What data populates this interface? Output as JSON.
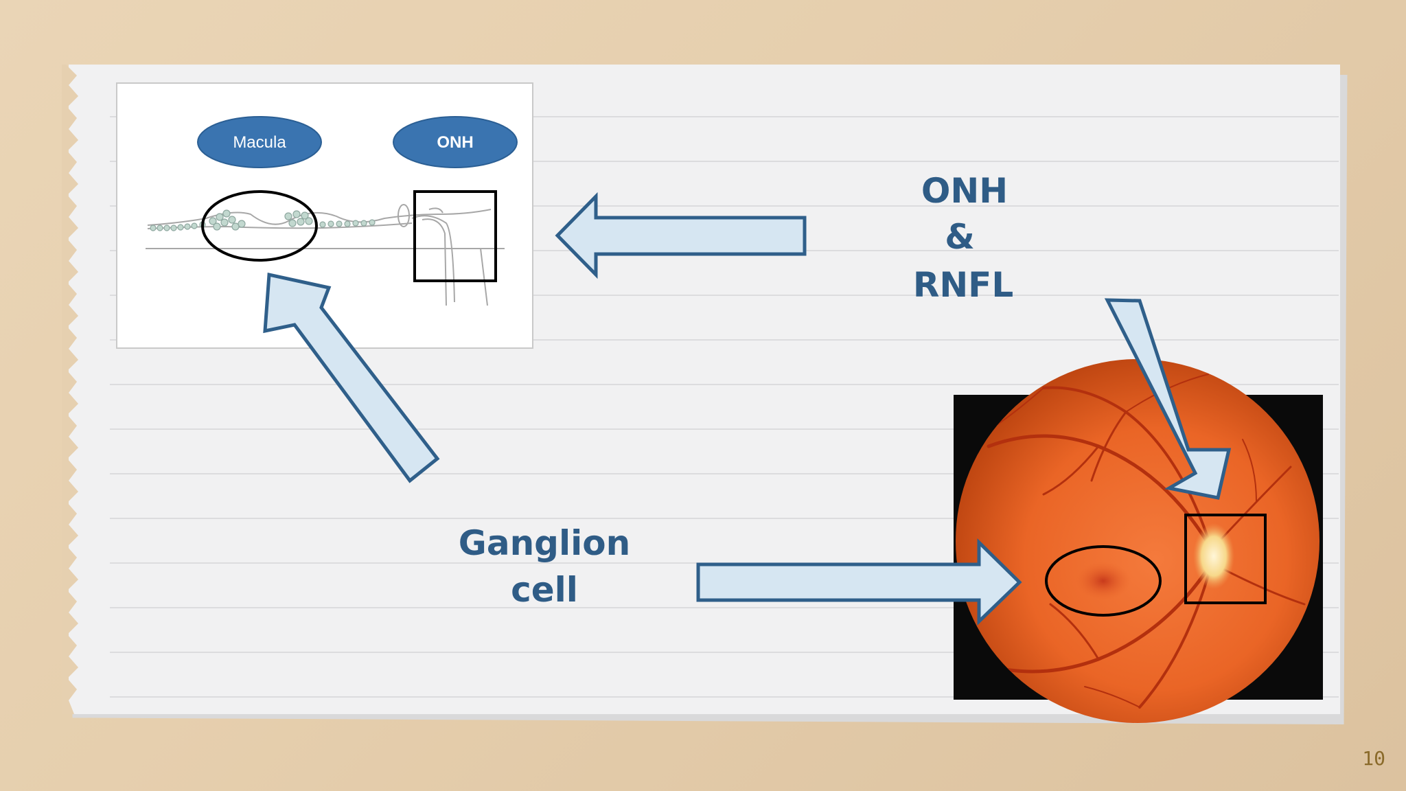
{
  "diagram": {
    "macula_label": "Macula",
    "onh_label": "ONH"
  },
  "labels": {
    "onh_line1": "ONH",
    "onh_line2": "&",
    "onh_line3": "RNFL",
    "ganglion_line1": "Ganglion",
    "ganglion_line2": "cell"
  },
  "colors": {
    "label_text": "#2f5c86",
    "arrow_fill": "#d6e6f2",
    "arrow_stroke": "#2f5f8a",
    "pill_fill": "#3a74b0",
    "paper": "#f1f1f2"
  },
  "page_number": "10"
}
